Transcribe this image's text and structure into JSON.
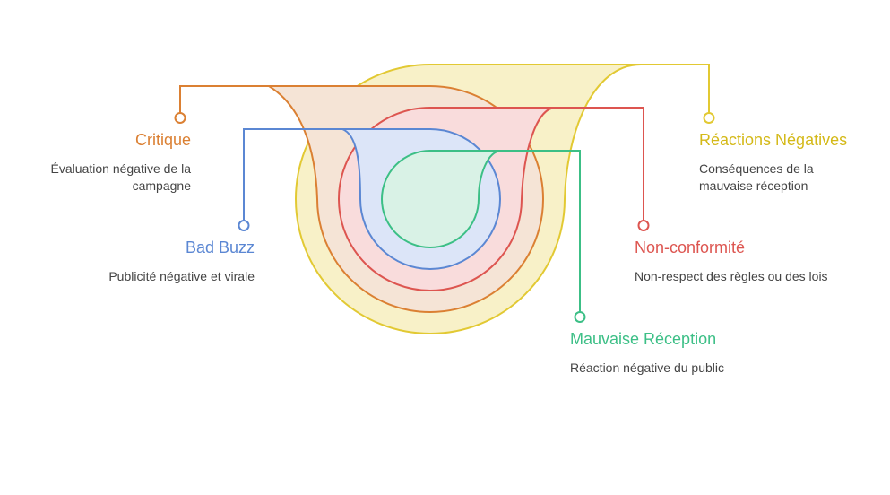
{
  "colors": {
    "yellow": "#e2c933",
    "orange": "#db8033",
    "red": "#dd5550",
    "blue": "#5b87d3",
    "green": "#3cbf86"
  },
  "items": [
    {
      "key": "reactions",
      "title": "Réactions Négatives",
      "description": "Conséquences de la mauvaise réception"
    },
    {
      "key": "critique",
      "title": "Critique",
      "description": "Évaluation négative de la campagne"
    },
    {
      "key": "nonconf",
      "title": "Non-conformité",
      "description": "Non-respect des règles ou des lois"
    },
    {
      "key": "badbuzz",
      "title": "Bad Buzz",
      "description": "Publicité négative et virale"
    },
    {
      "key": "mauvaise",
      "title": "Mauvaise Réception",
      "description": "Réaction négative du public"
    }
  ]
}
